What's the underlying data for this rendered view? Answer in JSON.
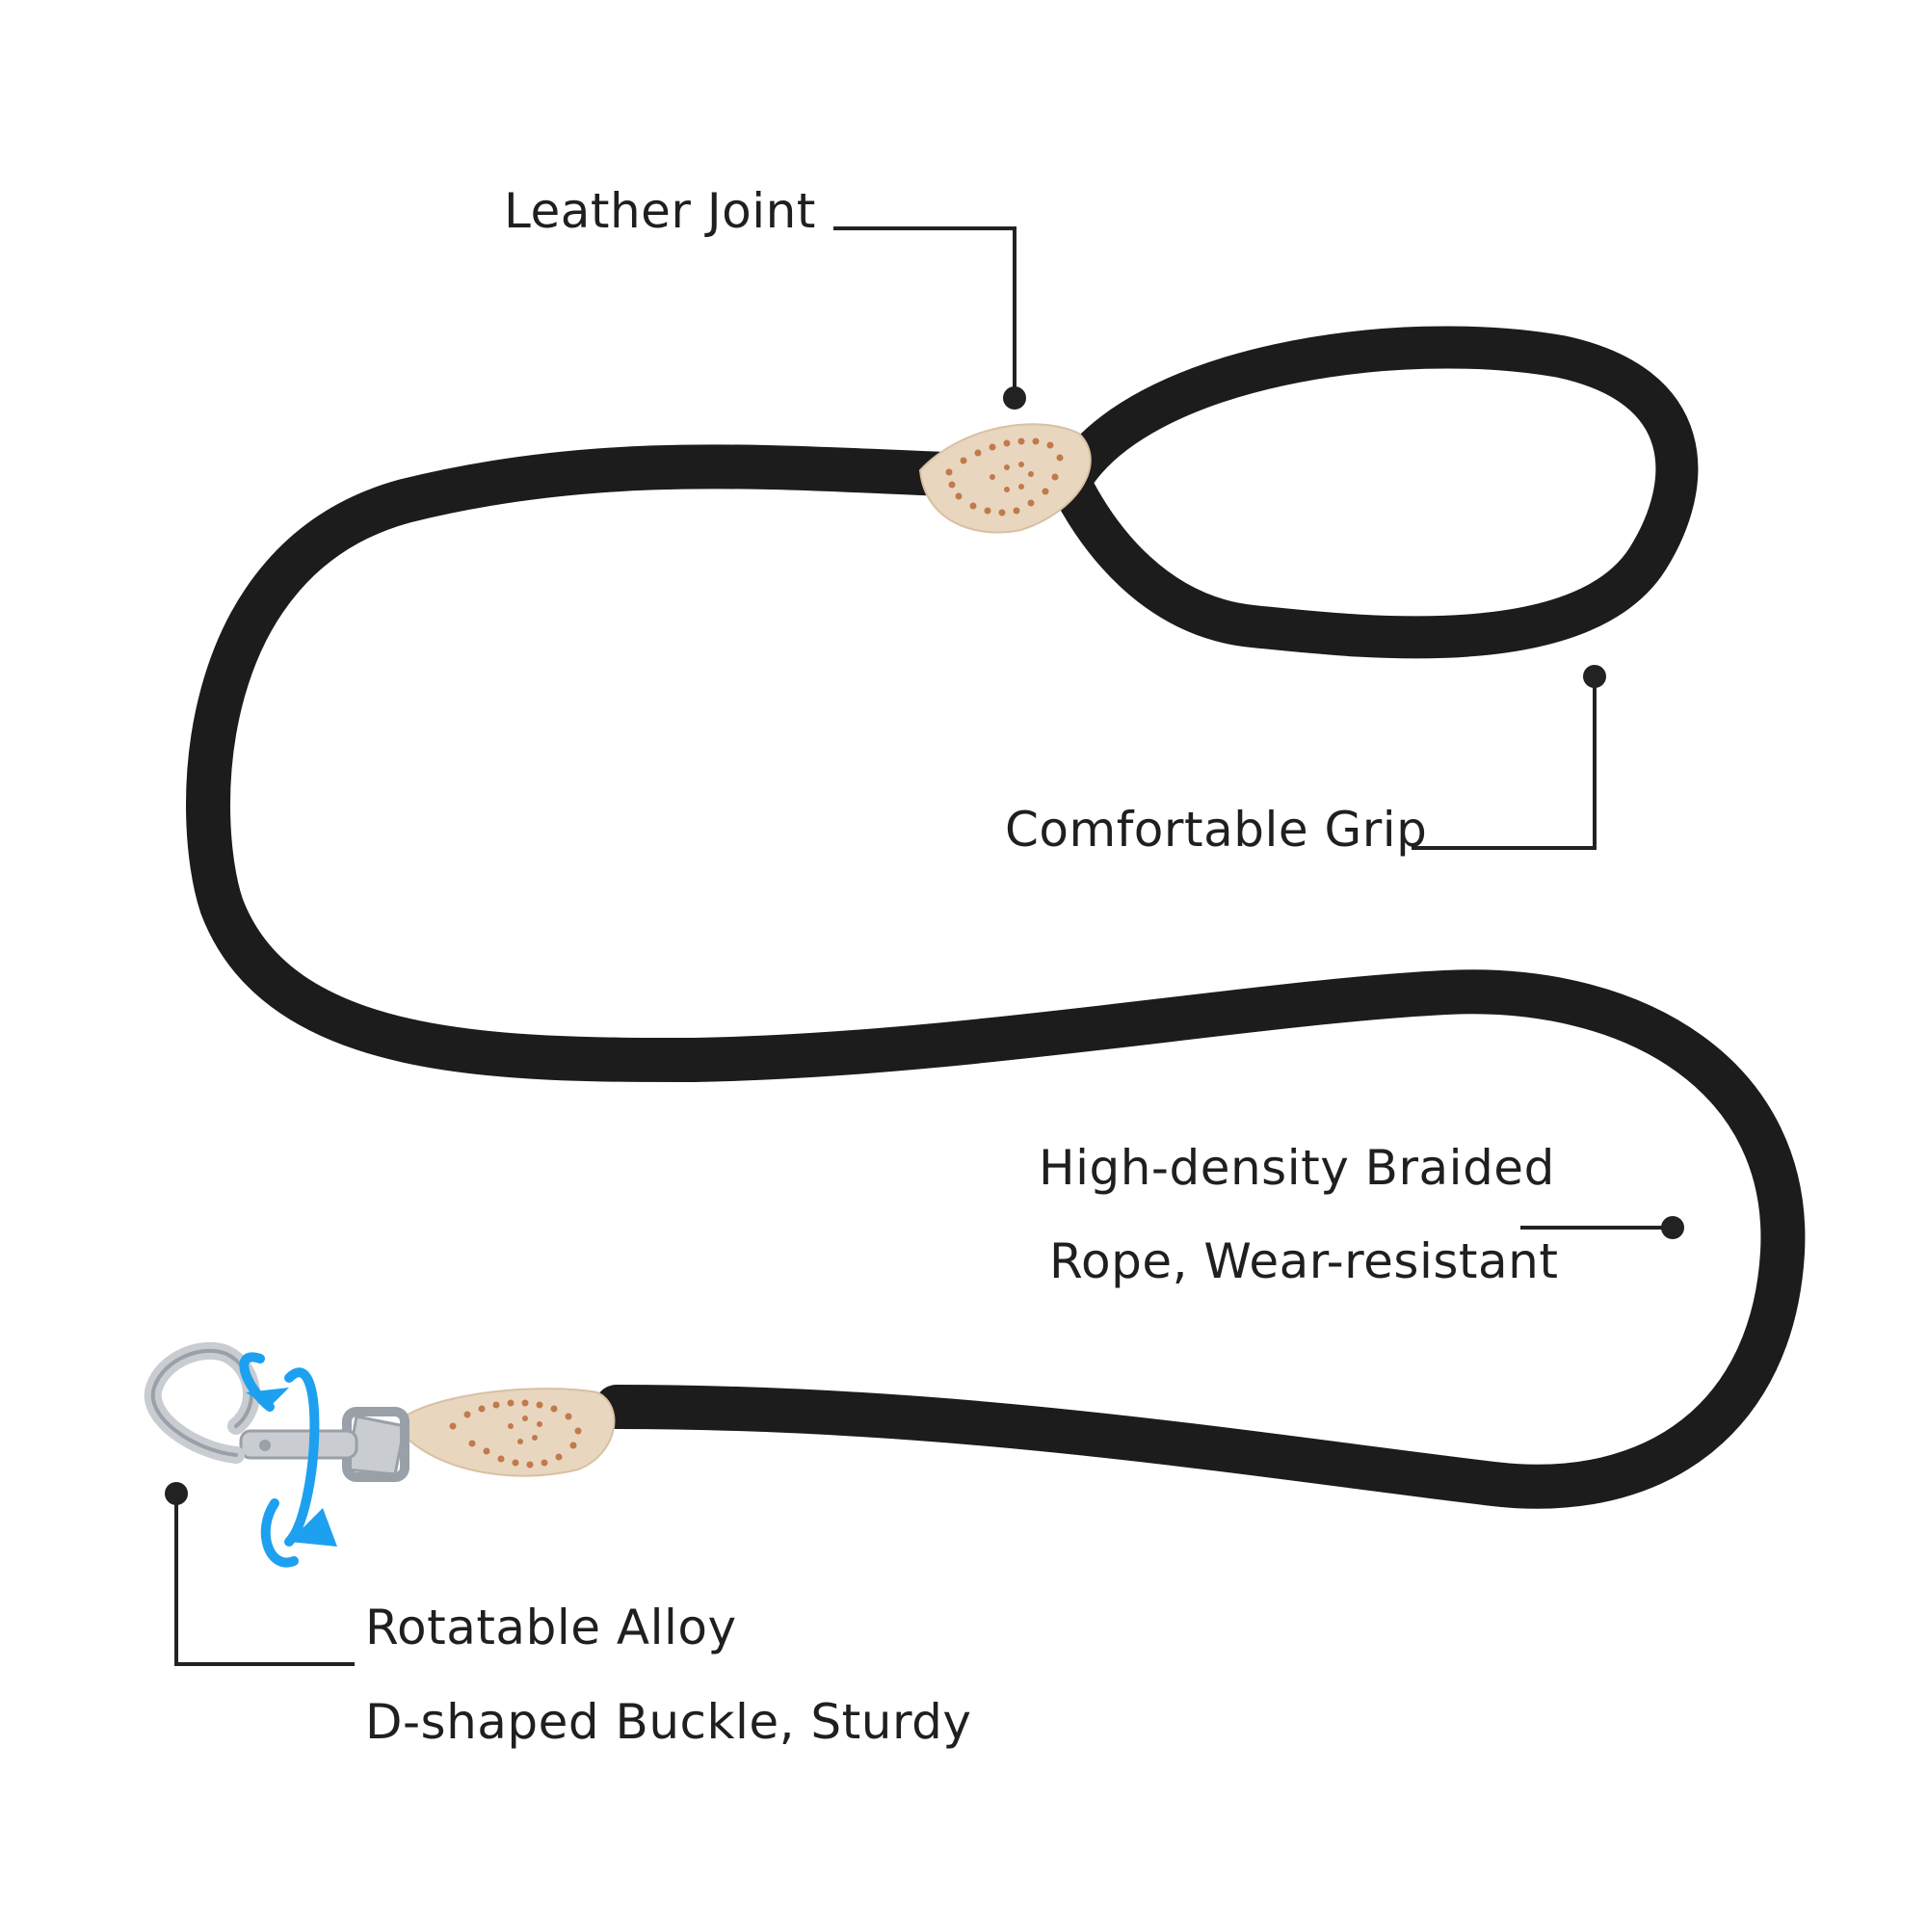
{
  "colors": {
    "background": "#ffffff",
    "rope": "#1c1c1c",
    "leather": "#e9d6bf",
    "stitch": "#c07a4c",
    "metal": "#c9ccd1",
    "rotate_arrow": "#1ea0f0",
    "callout_line": "#222222"
  },
  "callouts": {
    "leather_joint": {
      "label": "Leather Joint"
    },
    "comfortable_grip": {
      "label": "Comfortable Grip"
    },
    "braided_rope": {
      "line1": "High-density Braided",
      "line2": "Rope, Wear-resistant"
    },
    "buckle": {
      "line1": "Rotatable Alloy",
      "line2": "D-shaped Buckle, Sturdy"
    }
  }
}
